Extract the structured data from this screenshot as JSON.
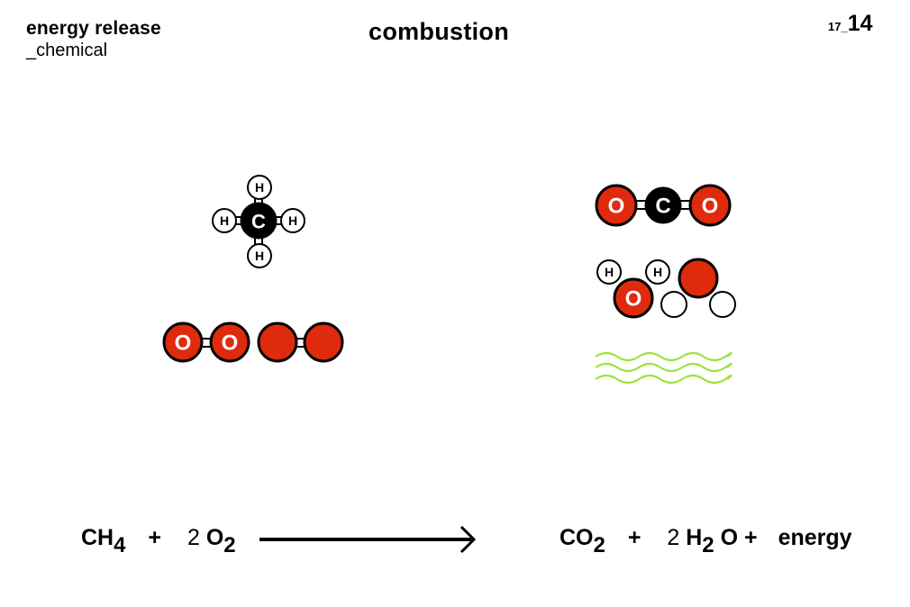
{
  "header": {
    "category": "energy release",
    "subcategory": "_chemical",
    "title": "combustion",
    "page_prefix": "17_",
    "page_number": "14"
  },
  "colors": {
    "oxygen": "#e02a0e",
    "carbon": "#000000",
    "hydrogen": "#ffffff",
    "energy_wave": "#9be33a",
    "outline": "#000000"
  },
  "molecules": {
    "methane": {
      "center": "C",
      "ligands": [
        "H",
        "H",
        "H",
        "H"
      ]
    },
    "oxygen_labeled": [
      "O",
      "O"
    ],
    "carbon_dioxide": [
      "O",
      "C",
      "O"
    ],
    "water": {
      "oxygen": "O",
      "hydrogens": [
        "H",
        "H"
      ]
    }
  },
  "equation": {
    "reactant1": {
      "symbol": "CH",
      "sub": "4"
    },
    "plus1": "+",
    "reactant2": {
      "coef": "2",
      "symbol": "O",
      "sub": "2"
    },
    "product1": {
      "symbol": "CO",
      "sub": "2"
    },
    "plus2": "+",
    "product2": {
      "coef": "2",
      "symbol": "H",
      "sub": "2",
      "tail": "O"
    },
    "plus3": "+",
    "product3": "energy"
  }
}
